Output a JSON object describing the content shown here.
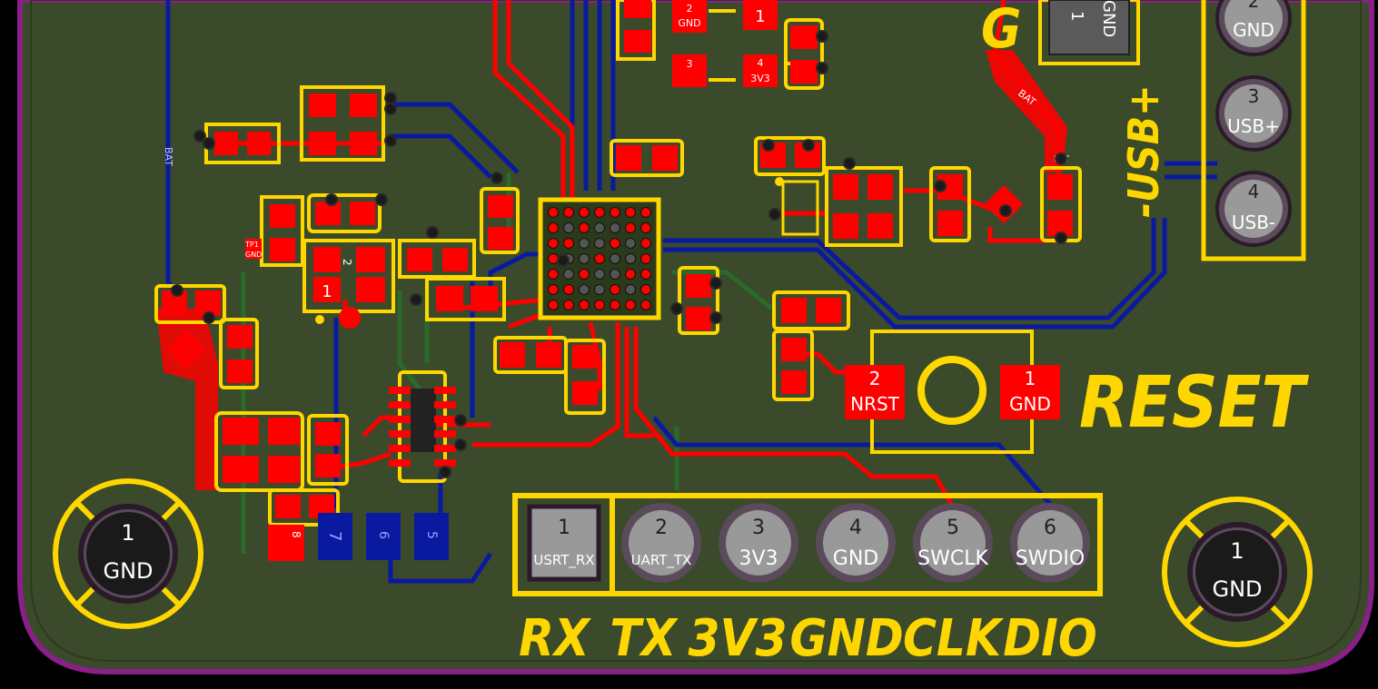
{
  "colors": {
    "background": "#000000",
    "board": "#3a4a2a",
    "edge_cuts": "#8a1f8a",
    "copper_front": "#ff0000",
    "copper_back": "#0a1aa0",
    "silkscreen": "#ffd700",
    "pad_text": "#ffffff",
    "inner": "#2a6a2a"
  },
  "silkscreen": {
    "header_labels": [
      "RX",
      "TX",
      "3V3",
      "GND",
      "CLK",
      "DIO"
    ],
    "reset_label": "RESET",
    "usb_label": "-USB+",
    "g_label": "G"
  },
  "debug_header": {
    "pins": [
      {
        "num": "1",
        "name": "USRT_RX",
        "square": true
      },
      {
        "num": "2",
        "name": "UART_TX"
      },
      {
        "num": "3",
        "name": "3V3"
      },
      {
        "num": "4",
        "name": "GND"
      },
      {
        "num": "5",
        "name": "SWCLK"
      },
      {
        "num": "6",
        "name": "SWDIO"
      }
    ]
  },
  "usb_header": {
    "pins": [
      {
        "num": "2",
        "name": "GND"
      },
      {
        "num": "3",
        "name": "USB+"
      },
      {
        "num": "4",
        "name": "USB-"
      }
    ]
  },
  "mounting_holes": [
    {
      "num": "1",
      "name": "GND"
    },
    {
      "num": "1",
      "name": "GND"
    }
  ],
  "reset_switch": {
    "pad_left": {
      "num": "2",
      "name": "NRST"
    },
    "pad_right": {
      "num": "1",
      "name": "GND"
    }
  },
  "top_regulator": {
    "pads": [
      {
        "num": "2",
        "name": "GND"
      },
      {
        "num": "1",
        "name": ""
      },
      {
        "num": "3",
        "name": ""
      },
      {
        "num": "4",
        "name": "3V3"
      }
    ]
  },
  "battery_connector": {
    "num": "1",
    "name": "GND"
  },
  "net_labels": {
    "bat_left": "BAT",
    "bat_right": "BAT",
    "bat_right2": "BAT",
    "tp_label": "TP1",
    "tp_gnd": "GND"
  },
  "back_pads": [
    "7",
    "6",
    "5"
  ],
  "small_component": {
    "num1": "1",
    "num2": "2"
  },
  "back_ic_label": "8"
}
